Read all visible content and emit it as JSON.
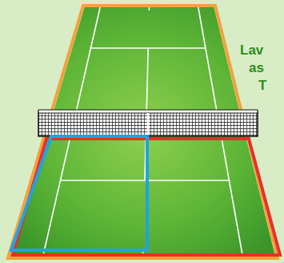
{
  "diagram": {
    "labels": [
      "Lav",
      "as",
      "T"
    ]
  }
}
